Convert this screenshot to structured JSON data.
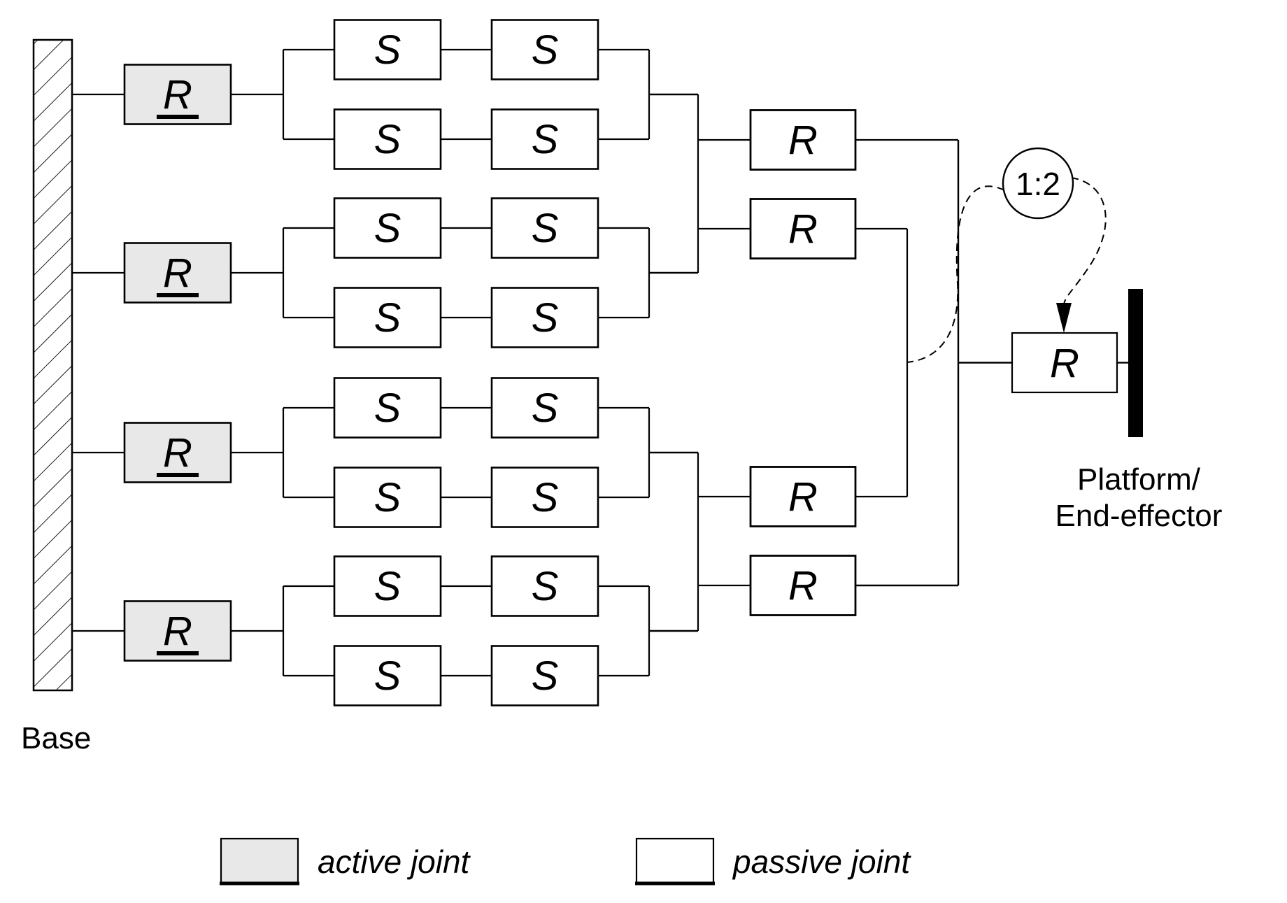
{
  "labels": {
    "base": "Base",
    "platform_line1": "Platform/",
    "platform_line2": "End-effector",
    "ratio": "1:2"
  },
  "letters": {
    "active": "R",
    "spherical": "S",
    "revolute": "R"
  },
  "legend": {
    "active": "active joint",
    "passive": "passive joint"
  },
  "colors": {
    "background": "#ffffff",
    "line": "#000000",
    "active_fill": "#e8e8e8",
    "passive_fill": "#ffffff",
    "platform_fill": "#000000"
  }
}
